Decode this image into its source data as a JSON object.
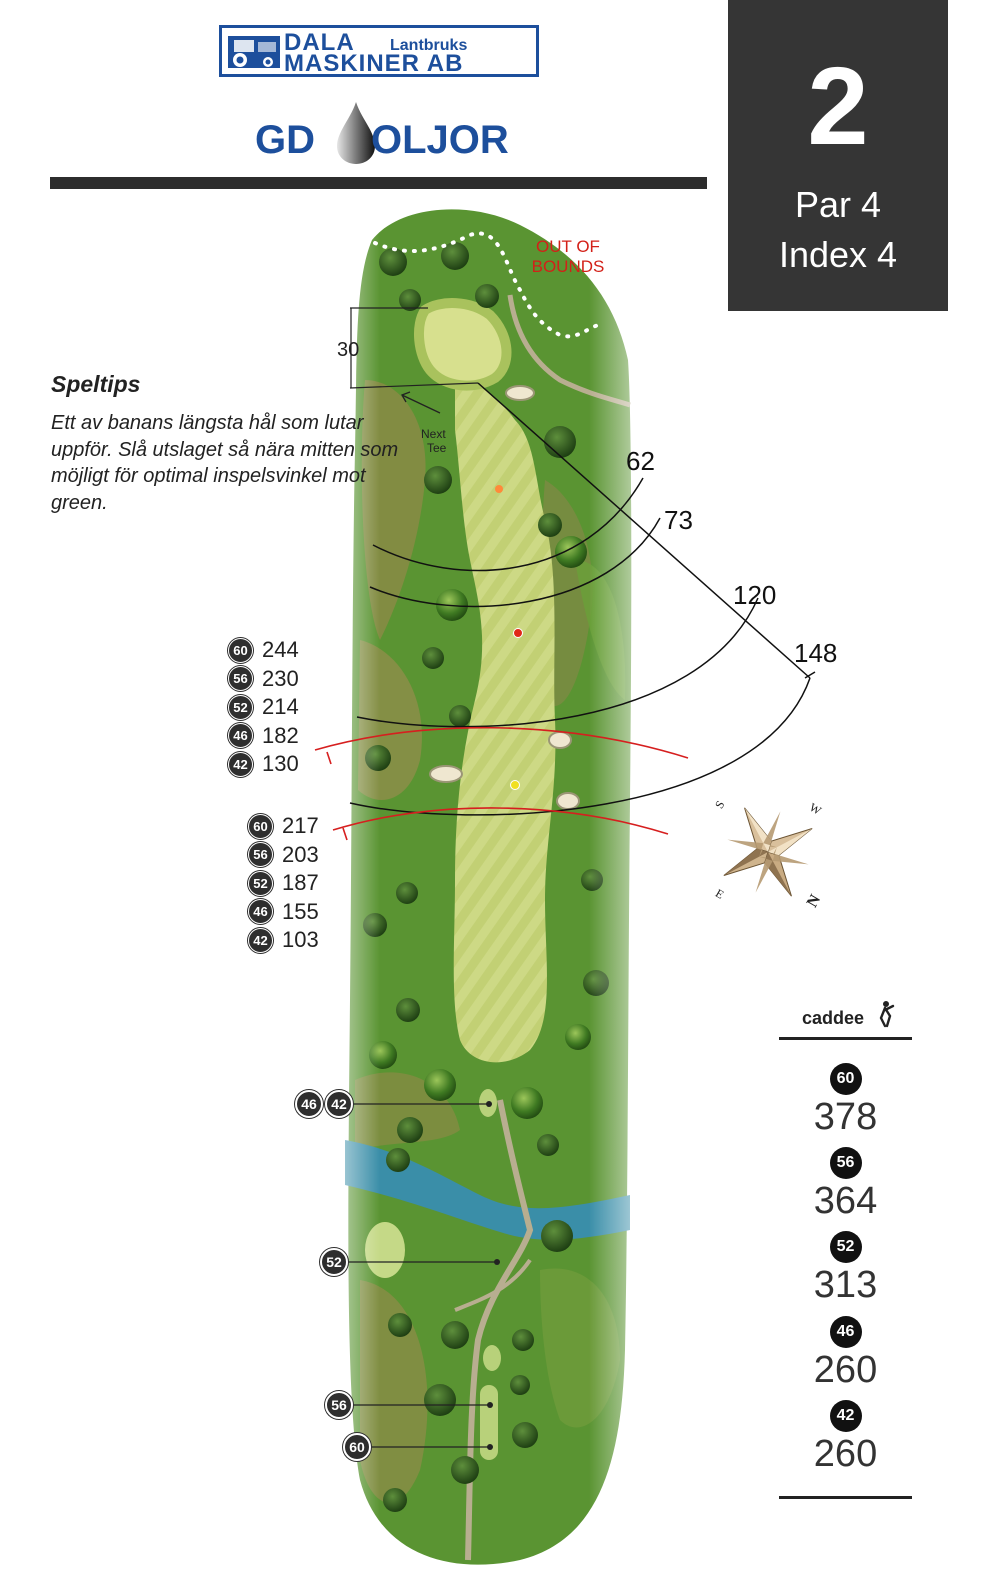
{
  "sponsors": {
    "dala_line1": "DALA",
    "dala_line1b": "Lantbruks",
    "dala_line2": "MASKINER AB",
    "gd_left": "GD",
    "gd_right": "OLJOR"
  },
  "hole": {
    "number": "2",
    "par": "Par 4",
    "index": "Index 4"
  },
  "tips": {
    "title": "Speltips",
    "body": "Ett av banans längsta hål som lutar uppför. Slå utslaget så nära mitten som möjligt för optimal inspelsvinkel mot green."
  },
  "map_labels": {
    "out_of_bounds": "OUT OF BOUNDS",
    "next_tee_1": "Next",
    "next_tee_2": "Tee",
    "green_depth": "30",
    "dist_62": "62",
    "dist_73": "73",
    "dist_120": "120",
    "dist_148": "148"
  },
  "compass": {
    "s": "S",
    "w": "W",
    "n": "N",
    "e": "E"
  },
  "distances_upper": [
    {
      "tee": "60",
      "value": "244"
    },
    {
      "tee": "56",
      "value": "230"
    },
    {
      "tee": "52",
      "value": "214"
    },
    {
      "tee": "46",
      "value": "182"
    },
    {
      "tee": "42",
      "value": "130"
    }
  ],
  "distances_lower": [
    {
      "tee": "60",
      "value": "217"
    },
    {
      "tee": "56",
      "value": "203"
    },
    {
      "tee": "52",
      "value": "187"
    },
    {
      "tee": "46",
      "value": "155"
    },
    {
      "tee": "42",
      "value": "103"
    }
  ],
  "tees": {
    "t46": "46",
    "t42": "42",
    "t52": "52",
    "t56": "56",
    "t60": "60"
  },
  "caddee": {
    "brand": "caddee",
    "lengths": [
      {
        "tee": "60",
        "value": "378"
      },
      {
        "tee": "56",
        "value": "364"
      },
      {
        "tee": "52",
        "value": "313"
      },
      {
        "tee": "46",
        "value": "260"
      },
      {
        "tee": "42",
        "value": "260"
      }
    ]
  },
  "colors": {
    "brand_blue": "#1d4f9c",
    "box_dark": "#353535",
    "oob_red": "#d32018",
    "fairway": "#c9d77a",
    "rough": "#4f8a2a",
    "water": "#3a8ea8"
  }
}
